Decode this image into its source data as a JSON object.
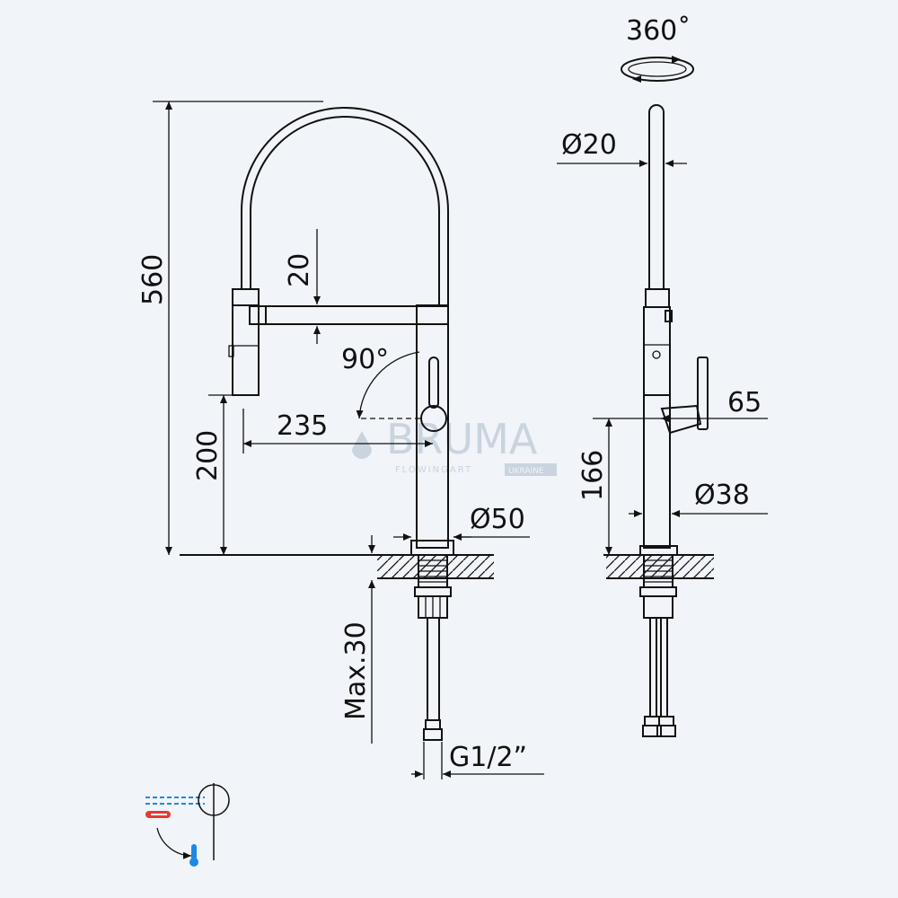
{
  "dimensions": {
    "height_total": "560",
    "height_spout": "200",
    "reach": "235",
    "spout_offset": "20",
    "rotation_handle": "90°",
    "base_diameter": "Ø50",
    "max_deck": "Max.30",
    "connection": "G1/2”",
    "rotation_spout": "360˚",
    "spout_diameter": "Ø20",
    "handle_height": "65",
    "body_height": "166",
    "body_diameter": "Ø38"
  },
  "watermark": {
    "brand": "BRUMA",
    "tagline": "FLOWINGART",
    "region": "UKRAINE"
  },
  "icons": [
    "mixer-operation-icon",
    "rotation-arrow-icon"
  ],
  "colors": {
    "line": "#111111",
    "background": "#f1f4f8",
    "hot": "#e53935",
    "cold": "#1e88e5"
  }
}
